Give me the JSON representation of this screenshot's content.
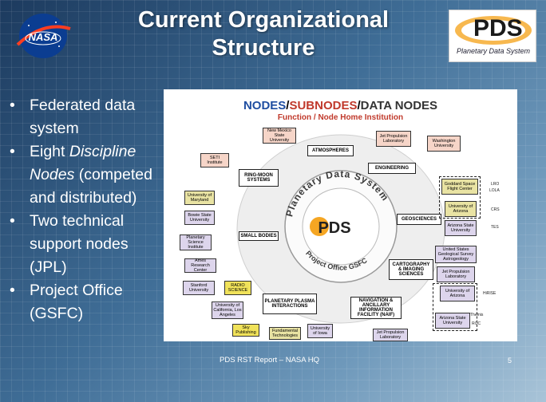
{
  "slide": {
    "title_line1": "Current Organizational",
    "title_line2": "Structure",
    "footer": "PDS RST Report – NASA HQ",
    "page_number": "5"
  },
  "logos": {
    "nasa": "NASA",
    "pds": "PDS",
    "pds_subtitle": "Planetary Data System"
  },
  "bullets": [
    "Federated data system",
    "Eight Discipline Nodes (competed and distributed)",
    "Two technical support nodes (JPL)",
    "Project Office (GSFC)"
  ],
  "diagram": {
    "heading_nodes": "NODES",
    "heading_subnodes": "SUBNODES",
    "heading_datanodes": "DATA NODES",
    "sep": "/",
    "subheading": "Function / Node Home Institution",
    "ring_text": "Planetary Data System",
    "ring_bottom": "Project Office GSFC",
    "center": "PDS",
    "nodes": {
      "atmospheres": "ATMOSPHERES",
      "engineering": "ENGINEERING",
      "ring_moon": "RING-MOON SYSTEMS",
      "geosciences": "GEOSCIENCES",
      "small_bodies": "SMALL BODIES",
      "cartography": "CARTOGRAPHY & IMAGING SCIENCES",
      "ppi": "PLANETARY PLASMA INTERACTIONS",
      "naif": "NAVIGATION & ANCILLARY INFORMATION FACILITY (NAIF)"
    },
    "institutions": {
      "nmsu": "New Mexico State University",
      "jpl_top": "Jet Propulsion Laboratory",
      "seti": "SETI Institute",
      "wustl": "Washington University",
      "umd": "University of Maryland",
      "gsfc": "Goddard Space Flight Center",
      "arizona_geo": "University of Arizona",
      "bowie": "Bowie State University",
      "asu_geo": "Arizona State University",
      "psi": "Planetary Science Institute",
      "usgs": "United States Geological Survey Astrogeology",
      "ames": "Ames Research Center",
      "jpl_cart": "Jet Propulsion Laboratory",
      "stanford": "Stanford University",
      "radio": "RADIO SCIENCE",
      "arizona_c": "University of Arizona",
      "ucla": "University of California, Los Angeles",
      "asu_c": "Arizona State University",
      "sky": "Sky Publishing",
      "fundamental": "Fundamental Technologies",
      "iowa": "University of Iowa",
      "jpl_bottom": "Jet Propulsion Laboratory"
    },
    "tags": {
      "lro": "LRO",
      "lola": "LOLA",
      "crs": "CRS",
      "tes": "TES",
      "hirise": "HiRISE",
      "themis": "Themis",
      "roc": "ROC"
    }
  }
}
